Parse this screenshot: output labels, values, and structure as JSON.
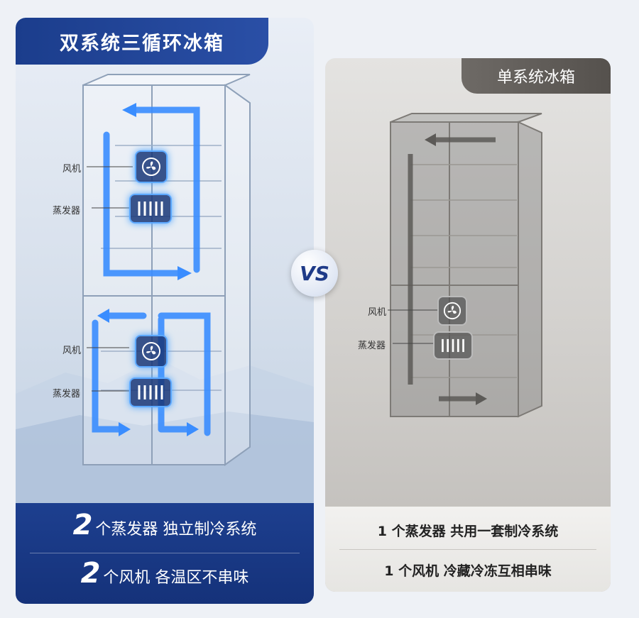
{
  "left": {
    "title": "双系统三循环冰箱",
    "labels": {
      "fan_top": "风机",
      "evap_top": "蒸发器",
      "fan_bottom": "风机",
      "evap_bottom": "蒸发器"
    },
    "features": [
      {
        "num": "2",
        "text": "个蒸发器  独立制冷系统"
      },
      {
        "num": "2",
        "text": "个风机  各温区不串味"
      }
    ]
  },
  "vs": "VS",
  "right": {
    "title": "单系统冰箱",
    "labels": {
      "fan": "风机",
      "evap": "蒸发器"
    },
    "features": [
      "1 个蒸发器 共用一套制冷系统",
      "1 个风机 冷藏冷冻互相串味"
    ]
  },
  "colors": {
    "accent_blue": "#1d3f8f",
    "flow_blue": "#3a8dff",
    "gray_title": "#5f5b57"
  }
}
